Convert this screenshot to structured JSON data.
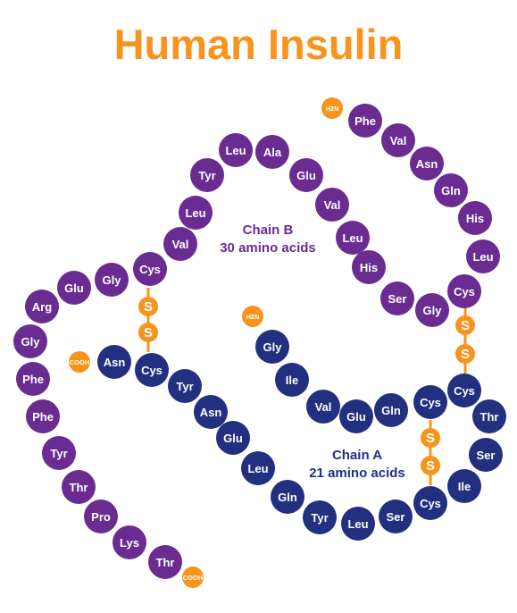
{
  "title": "Human Insulin",
  "colors": {
    "title": "#f7941d",
    "chain_b": "#6a2c91",
    "chain_a": "#22307f",
    "terminal": "#f7941d",
    "bridge": "#f7941d",
    "label_b": "#6a2c91",
    "label_a": "#22307f"
  },
  "chain_b": {
    "name": "Chain B",
    "count": "30 amino acids",
    "n_terminus": "H2N",
    "c_terminus": "COOH",
    "residues": [
      "Phe",
      "Val",
      "Asn",
      "Gln",
      "His",
      "Leu",
      "Cys",
      "Gly",
      "Ser",
      "His",
      "Leu",
      "Val",
      "Glu",
      "Ala",
      "Leu",
      "Tyr",
      "Leu",
      "Val",
      "Cys",
      "Gly",
      "Glu",
      "Arg",
      "Gly",
      "Phe",
      "Phe",
      "Tyr",
      "Thr",
      "Pro",
      "Lys",
      "Thr"
    ]
  },
  "chain_a": {
    "name": "Chain A",
    "count": "21 amino acids",
    "n_terminus": "H2N",
    "c_terminus": "COOH",
    "residues": [
      "Gly",
      "Ile",
      "Val",
      "Glu",
      "Gln",
      "Cys",
      "Cys",
      "Thr",
      "Ser",
      "Ile",
      "Cys",
      "Ser",
      "Leu",
      "Tyr",
      "Gln",
      "Leu",
      "Glu",
      "Asn",
      "Tyr",
      "Cys",
      "Asn"
    ]
  },
  "disulfide_label": "S"
}
